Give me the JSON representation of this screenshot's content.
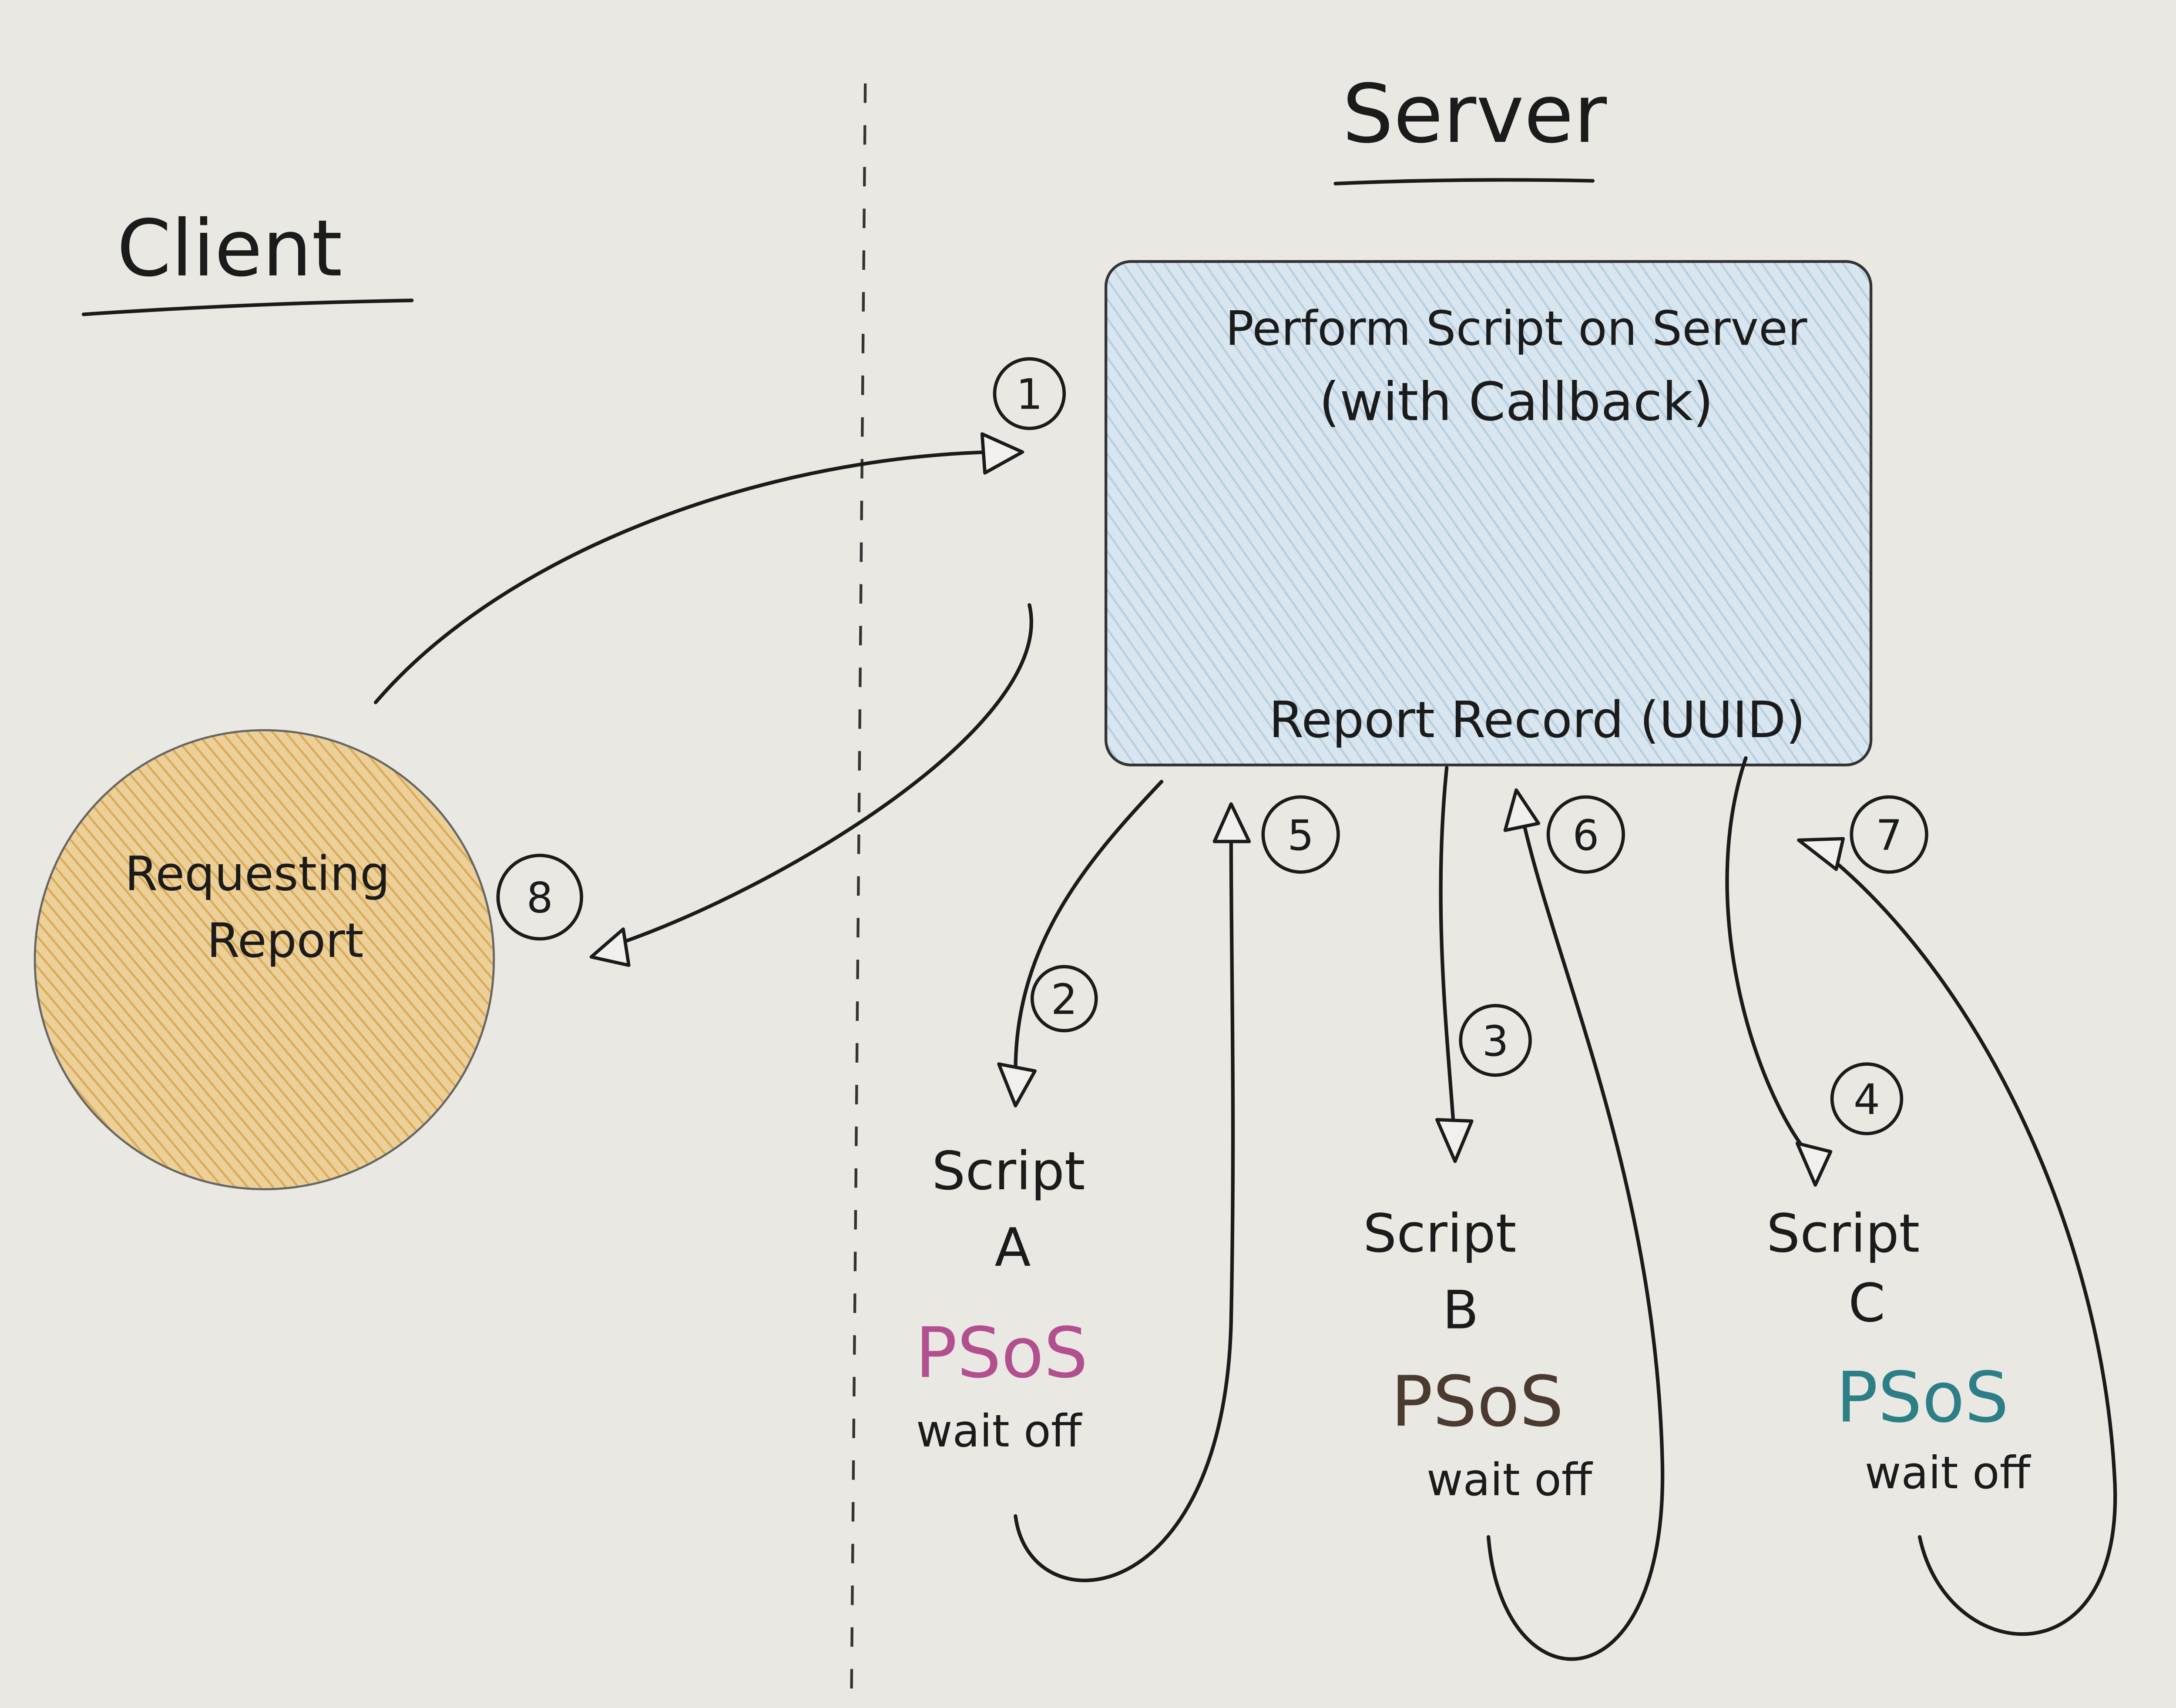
{
  "headings": {
    "server": "Server",
    "client": "Client"
  },
  "server_box": {
    "title_line1": "Perform Script on Server",
    "title_line2": "(with Callback)",
    "footer": "Report Record (UUID)"
  },
  "client_node": {
    "line1": "Requesting",
    "line2": "Report"
  },
  "steps": [
    "1",
    "2",
    "3",
    "4",
    "5",
    "6",
    "7",
    "8"
  ],
  "scripts": [
    {
      "name": "Script",
      "letter": "A",
      "mode": "PSoS",
      "wait": "wait off",
      "color": "#b2508f"
    },
    {
      "name": "Script",
      "letter": "B",
      "mode": "PSoS",
      "wait": "wait off",
      "color": "#4a3a30"
    },
    {
      "name": "Script",
      "letter": "C",
      "mode": "PSoS",
      "wait": "wait off",
      "color": "#2c7f86"
    }
  ],
  "colors": {
    "paper": "#e9e8e3",
    "server_fill": "#cddfeb",
    "client_fill": "#e6bd72"
  }
}
